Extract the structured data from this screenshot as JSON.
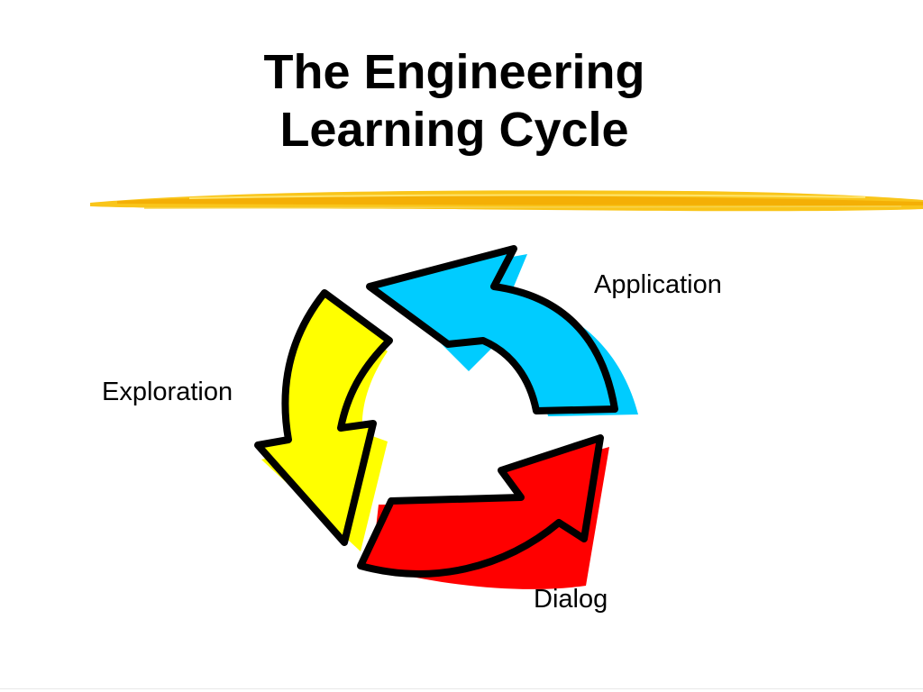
{
  "slide": {
    "title_line1": "The Engineering",
    "title_line2": "Learning Cycle"
  },
  "cycle": {
    "stages": [
      {
        "label": "Application",
        "color": "#00CCFF"
      },
      {
        "label": "Exploration",
        "color": "#FFFF00"
      },
      {
        "label": "Dialog",
        "color": "#FF0000"
      }
    ]
  },
  "colors": {
    "brush_stroke": "#F5B800",
    "outline": "#000000"
  }
}
